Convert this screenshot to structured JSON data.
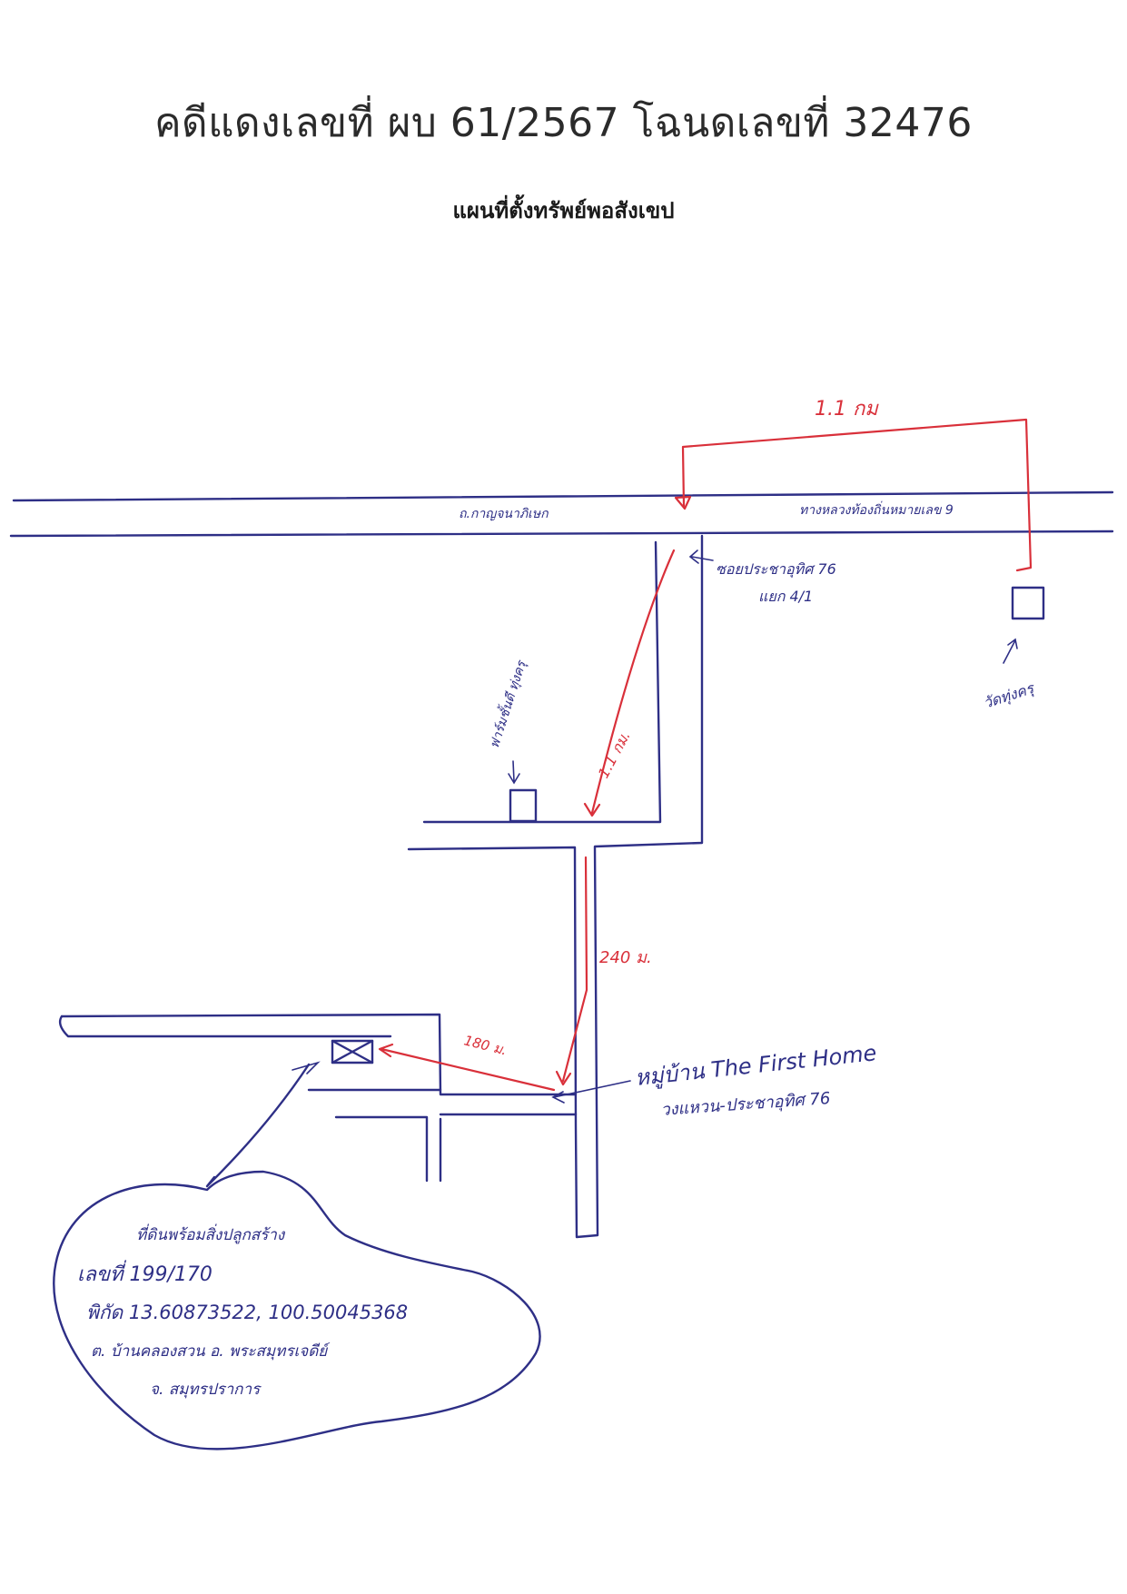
{
  "header": {
    "title": "คดีแดงเลขที่ ผบ 61/2567 โฉนดเลขที่ 32476",
    "subtitle": "แผนที่ตั้งทรัพย์พอสังเขป"
  },
  "map": {
    "main_road_left_label": "ถ.กาญจนาภิเษก",
    "main_road_right_label": "ทางหลวงท้องถิ่นหมายเลข 9",
    "soi_label_line1": "ซอยประชาอุทิศ 76",
    "soi_label_line2": "แยก 4/1",
    "temple_label": "วัดทุ่งครุ",
    "landmark_label": "ฟาร์มชั้นดี ทุ่งครุ",
    "distance_top": "1.1 กม",
    "distance_soi": "1.1 กม.",
    "distance_lane": "240 ม.",
    "distance_property": "180 ม.",
    "village_label_line1": "หมู่บ้าน The First Home",
    "village_label_line2": "วงแหวน-ประชาอุทิศ 76",
    "property": {
      "line1": "ที่ดินพร้อมสิ่งปลูกสร้าง",
      "line2": "เลขที่ 199/170",
      "line3": "พิกัด 13.60873522, 100.50045368",
      "line4": "ต. บ้านคลองสวน อ. พระสมุทรเจดีย์",
      "line5": "จ. สมุทรปราการ"
    },
    "colors": {
      "ink": "#2e2f86",
      "red": "#d9303a"
    }
  }
}
